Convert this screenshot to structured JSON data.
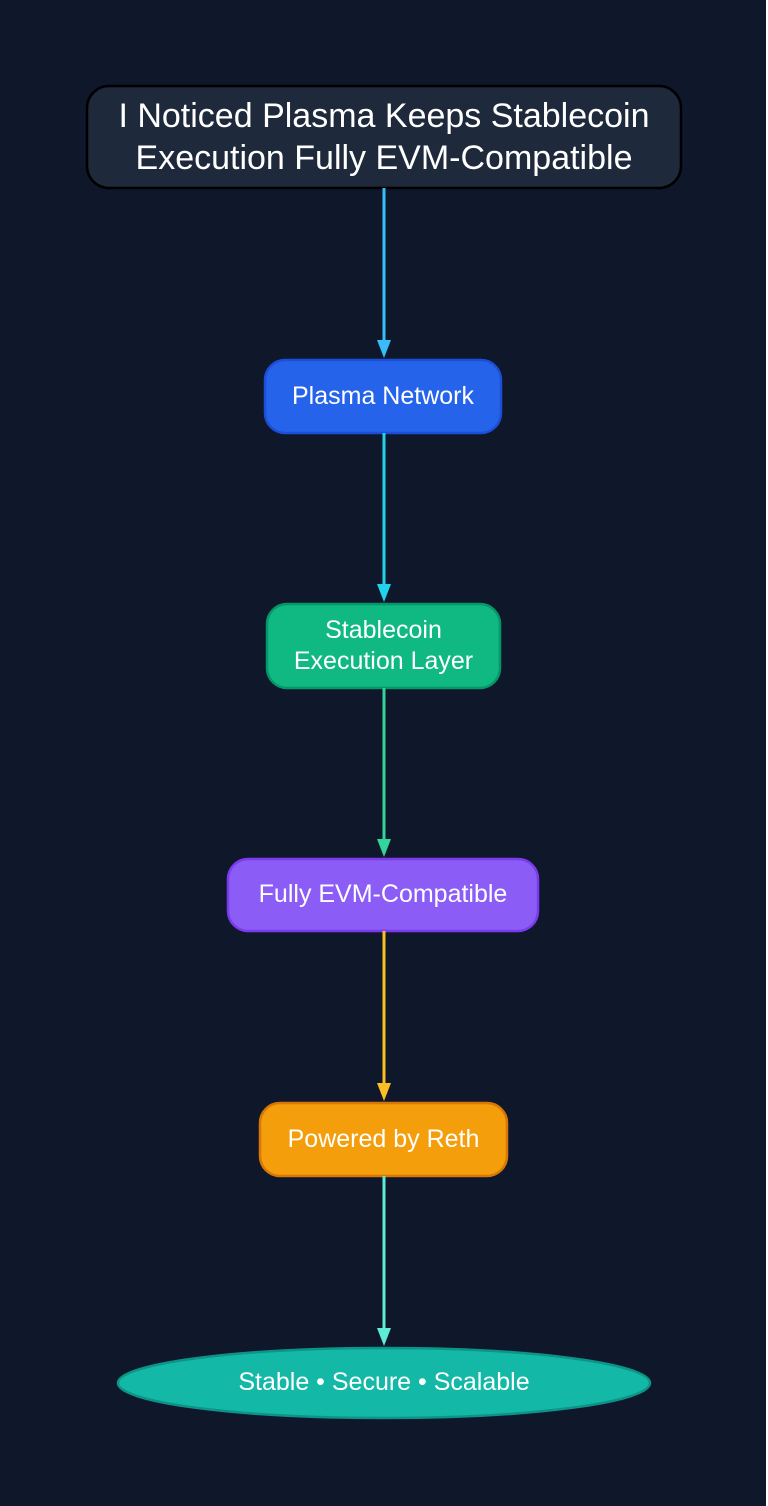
{
  "diagram": {
    "title_node": {
      "lines": [
        "I Noticed Plasma Keeps Stablecoin",
        "Execution Fully EVM-Compatible"
      ],
      "fill": "#1e293b",
      "stroke": "#000000"
    },
    "nodes": [
      {
        "id": "plasma-network",
        "label": "Plasma Network",
        "fill": "#2563eb",
        "stroke": "#1d4ed8"
      },
      {
        "id": "stablecoin-execution-layer",
        "lines": [
          "Stablecoin",
          "Execution Layer"
        ],
        "fill": "#10b981",
        "stroke": "#059669"
      },
      {
        "id": "fully-evm-compatible",
        "label": "Fully EVM-Compatible",
        "fill": "#8b5cf6",
        "stroke": "#7c3aed"
      },
      {
        "id": "powered-by-reth",
        "label": "Powered by Reth",
        "fill": "#f59e0b",
        "stroke": "#d97706"
      },
      {
        "id": "stable-secure-scalable",
        "label": "Stable • Secure • Scalable",
        "fill": "#14b8a6",
        "stroke": "#0d9488",
        "shape": "ellipse"
      }
    ],
    "edges": [
      {
        "from": "title",
        "to": "plasma-network",
        "color": "#38bdf8"
      },
      {
        "from": "plasma-network",
        "to": "stablecoin-execution-layer",
        "color": "#22d3ee"
      },
      {
        "from": "stablecoin-execution-layer",
        "to": "fully-evm-compatible",
        "color": "#34d399"
      },
      {
        "from": "fully-evm-compatible",
        "to": "powered-by-reth",
        "color": "#fbbf24"
      },
      {
        "from": "powered-by-reth",
        "to": "stable-secure-scalable",
        "color": "#5eead4"
      }
    ]
  }
}
